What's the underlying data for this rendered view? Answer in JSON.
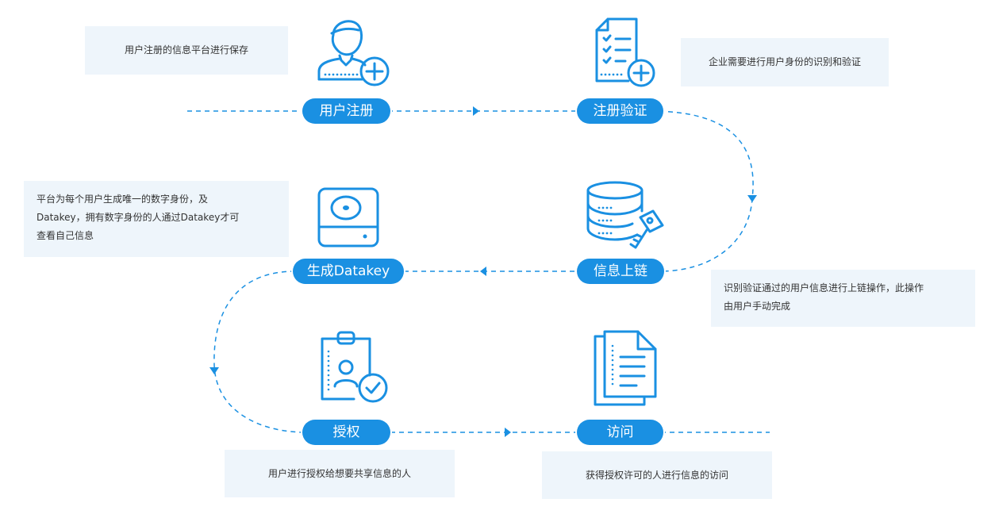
{
  "steps": {
    "register": "用户注册",
    "verify": "注册验证",
    "chain": "信息上链",
    "datakey": "生成Datakey",
    "authorize": "授权",
    "access": "访问"
  },
  "descriptions": {
    "register": "用户注册的信息平台进行保存",
    "verify": "企业需要进行用户身份的识别和验证",
    "datakey_line1": "平台为每个用户生成唯一的数字身份，及",
    "datakey_line2": "Datakey，拥有数字身份的人通过Datakey才可",
    "datakey_line3": "查看自己信息",
    "chain_line1": "识别验证通过的用户信息进行上链操作，此操作",
    "chain_line2": "由用户手动完成",
    "authorize": "用户进行授权给想要共享信息的人",
    "access": "获得授权许可的人进行信息的访问"
  },
  "colors": {
    "accent": "#1a90e2",
    "box": "#eef5fb"
  },
  "icons": [
    "user-add-icon",
    "document-checklist-icon",
    "database-key-icon",
    "hard-drive-icon",
    "clipboard-badge-icon",
    "documents-icon"
  ]
}
